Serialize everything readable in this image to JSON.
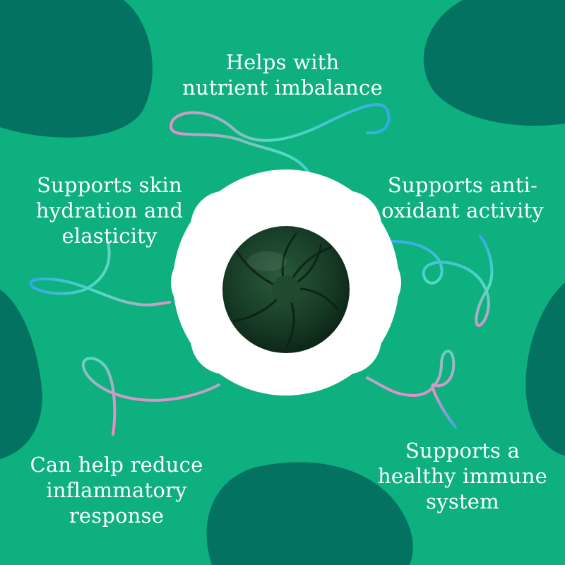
{
  "colors": {
    "background": "#0fb080",
    "dark_blob": "#047260",
    "flower": "#ffffff",
    "capsule": "#173a26",
    "text": "#ffffff",
    "ribbon_pink": "#e68fc9",
    "ribbon_teal": "#4fdcc0",
    "ribbon_blue": "#34a6e8"
  },
  "benefits": {
    "top": {
      "line1": "Helps with",
      "line2": "nutrient imbalance"
    },
    "left": {
      "line1": "Supports skin",
      "line2": "hydration and",
      "line3": "elasticity"
    },
    "right": {
      "line1": "Supports anti-",
      "line2": "oxidant activity"
    },
    "bottom_left": {
      "line1": "Can help reduce",
      "line2": "inflammatory",
      "line3": "response"
    },
    "bottom_right": {
      "line1": "Supports a",
      "line2": "healthy immune",
      "line3": "system"
    }
  }
}
